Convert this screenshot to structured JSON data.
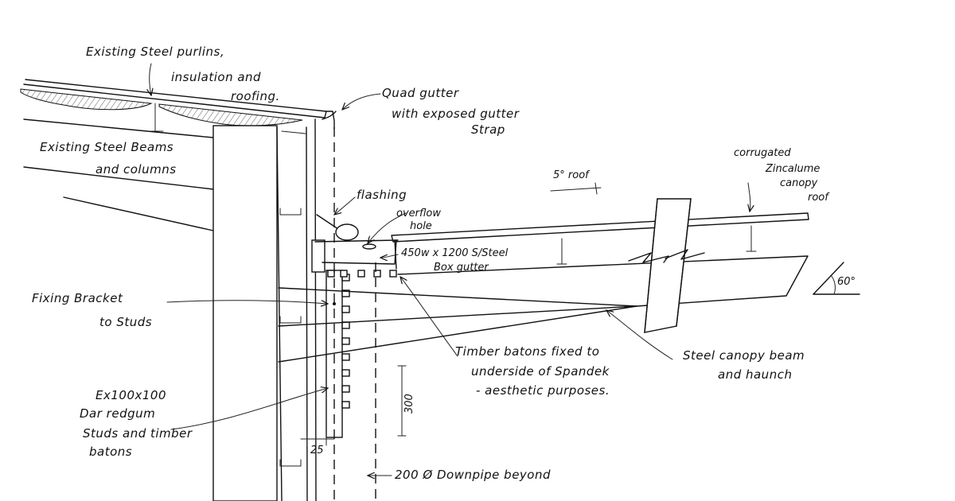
{
  "labels": {
    "purlins": [
      "Existing Steel purlins,",
      "insulation and",
      "roofing."
    ],
    "beams": [
      "Existing Steel Beams",
      "and columns"
    ],
    "gutter": [
      "Quad gutter",
      "with exposed gutter",
      "Strap"
    ],
    "roof_pitch": "5° roof",
    "canopy_roof": [
      "corrugated",
      "Zincalume",
      "canopy",
      "roof"
    ],
    "flashing": "flashing",
    "overflow": [
      "overflow",
      "hole"
    ],
    "box_gutter": [
      "450w x 1200 S/Steel",
      "Box gutter"
    ],
    "angle": "60°",
    "bracket": [
      "Fixing Bracket",
      "to Studs"
    ],
    "battens": [
      "Timber batons fixed to",
      "underside of Spandek",
      "- aesthetic purposes."
    ],
    "canopy_beam": [
      "Steel canopy beam",
      "and haunch"
    ],
    "studs": [
      "Ex100x100",
      "Dar redgum",
      "Studs and timber",
      "batons"
    ],
    "dim_300": "300",
    "dim_25": "25",
    "downpipe": "200 Ø Downpipe beyond"
  },
  "colors": {
    "ink": "#111111",
    "paper": "#ffffff"
  }
}
